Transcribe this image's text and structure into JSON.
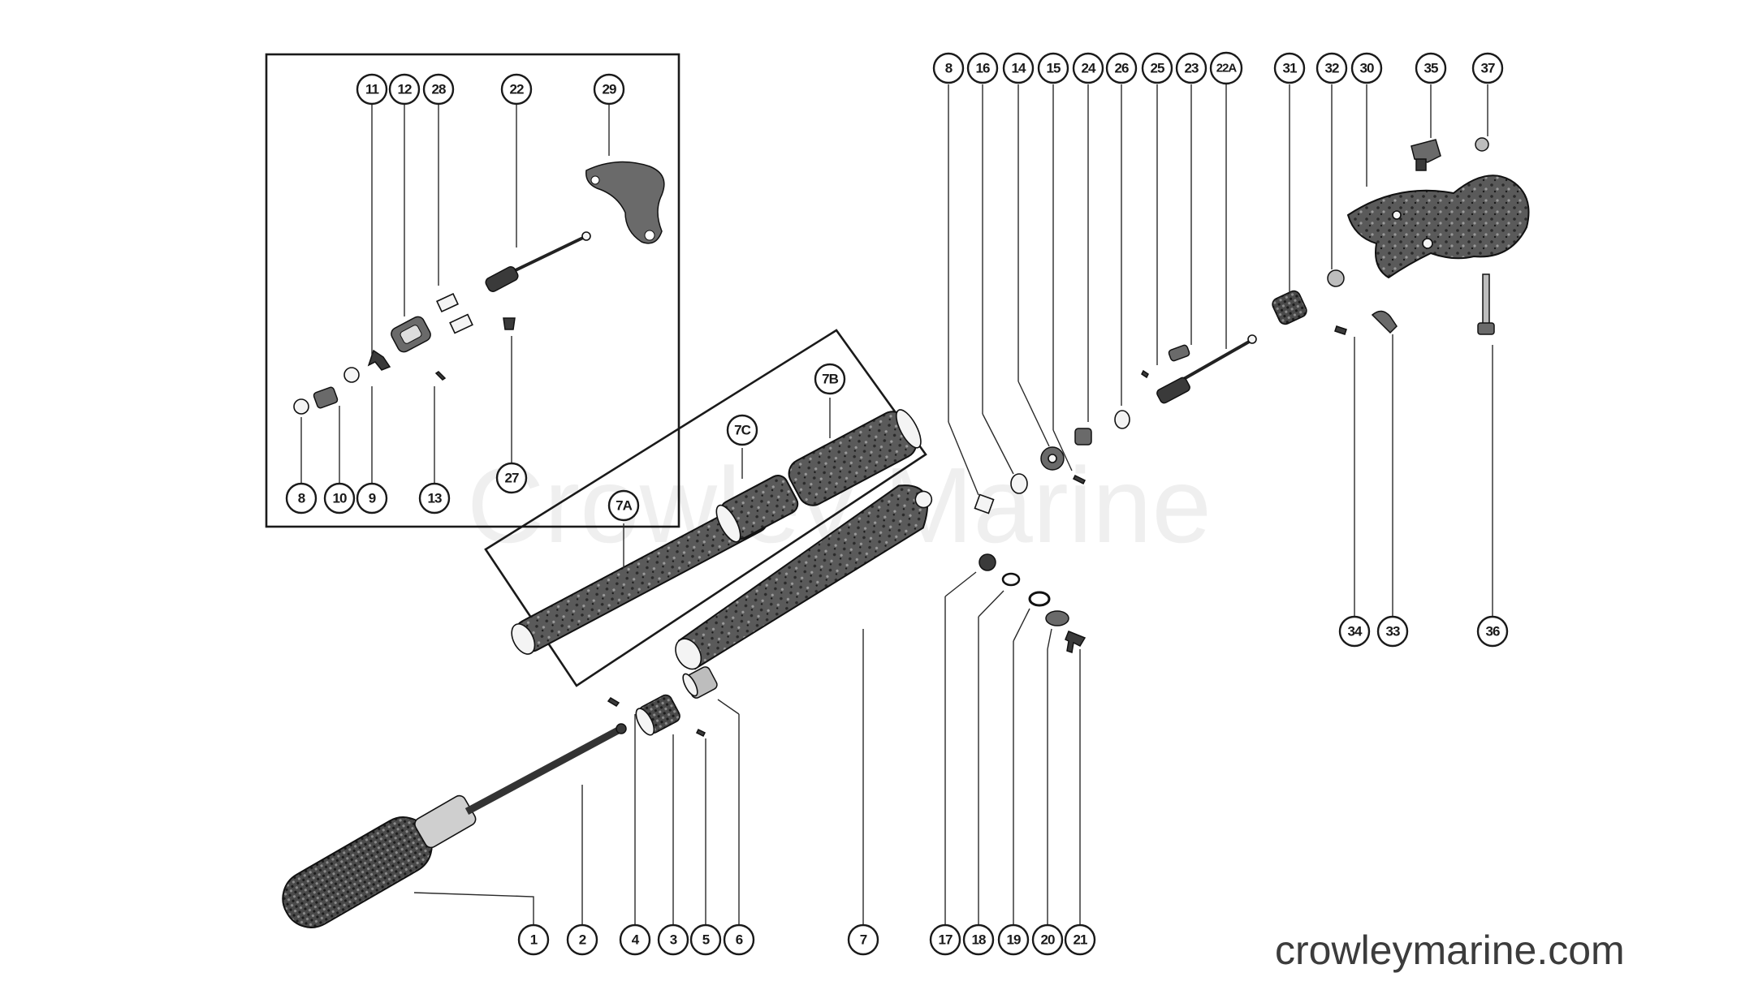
{
  "watermark": "Crowley Marine",
  "site_label": "crowleymarine.com",
  "callouts": [
    {
      "id": "c11",
      "label": "11"
    },
    {
      "id": "c12",
      "label": "12"
    },
    {
      "id": "c28",
      "label": "28"
    },
    {
      "id": "c22",
      "label": "22"
    },
    {
      "id": "c29",
      "label": "29"
    },
    {
      "id": "c8a",
      "label": "8"
    },
    {
      "id": "c10",
      "label": "10"
    },
    {
      "id": "c9",
      "label": "9"
    },
    {
      "id": "c13",
      "label": "13"
    },
    {
      "id": "c27",
      "label": "27"
    },
    {
      "id": "c7B",
      "label": "7B"
    },
    {
      "id": "c7C",
      "label": "7C"
    },
    {
      "id": "c7A",
      "label": "7A"
    },
    {
      "id": "c8b",
      "label": "8"
    },
    {
      "id": "c16",
      "label": "16"
    },
    {
      "id": "c14",
      "label": "14"
    },
    {
      "id": "c15",
      "label": "15"
    },
    {
      "id": "c24",
      "label": "24"
    },
    {
      "id": "c26",
      "label": "26"
    },
    {
      "id": "c25",
      "label": "25"
    },
    {
      "id": "c23",
      "label": "23"
    },
    {
      "id": "c22A",
      "label": "22A"
    },
    {
      "id": "c31",
      "label": "31"
    },
    {
      "id": "c32",
      "label": "32"
    },
    {
      "id": "c30",
      "label": "30"
    },
    {
      "id": "c35",
      "label": "35"
    },
    {
      "id": "c37",
      "label": "37"
    },
    {
      "id": "c34",
      "label": "34"
    },
    {
      "id": "c33",
      "label": "33"
    },
    {
      "id": "c36",
      "label": "36"
    },
    {
      "id": "c1",
      "label": "1"
    },
    {
      "id": "c2",
      "label": "2"
    },
    {
      "id": "c4",
      "label": "4"
    },
    {
      "id": "c3",
      "label": "3"
    },
    {
      "id": "c5",
      "label": "5"
    },
    {
      "id": "c6",
      "label": "6"
    },
    {
      "id": "c7",
      "label": "7"
    },
    {
      "id": "c17",
      "label": "17"
    },
    {
      "id": "c18",
      "label": "18"
    },
    {
      "id": "c19",
      "label": "19"
    },
    {
      "id": "c20",
      "label": "20"
    },
    {
      "id": "c21",
      "label": "21"
    }
  ]
}
